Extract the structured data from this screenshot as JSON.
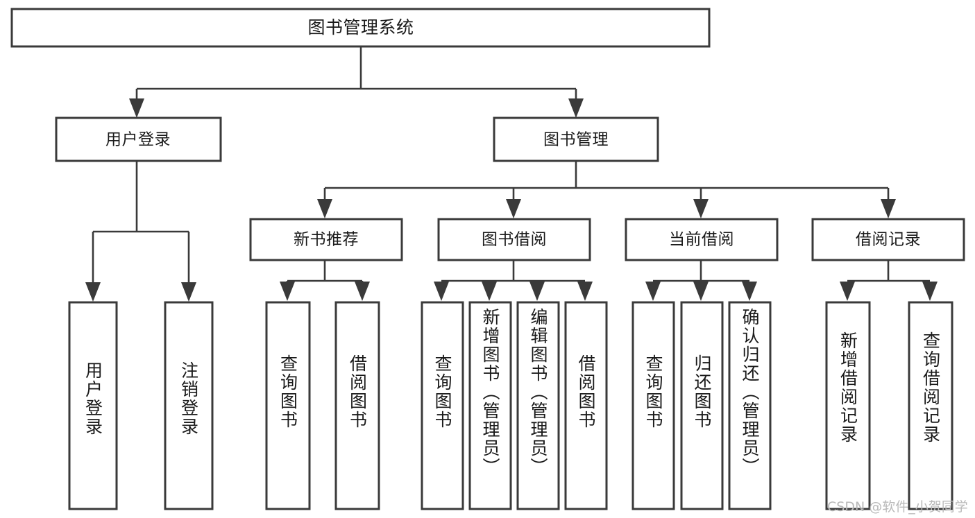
{
  "diagram": {
    "type": "tree-hierarchy",
    "title": "图书管理系统",
    "watermark": "CSDN @软件_小贺同学",
    "colors": {
      "box_stroke": "#3a3a3a",
      "box_fill": "#ffffff",
      "connector": "#3a3a3a",
      "text": "#1a1a1a",
      "watermark": "#b9b9b9",
      "background": "#ffffff"
    },
    "root": {
      "label": "图书管理系统"
    },
    "level2": [
      {
        "id": "user-login",
        "label": "用户登录"
      },
      {
        "id": "book-management",
        "label": "图书管理"
      }
    ],
    "level3": [
      {
        "id": "new-book-recommend",
        "label": "新书推荐",
        "parent": "book-management"
      },
      {
        "id": "book-borrow",
        "label": "图书借阅",
        "parent": "book-management"
      },
      {
        "id": "current-borrow",
        "label": "当前借阅",
        "parent": "book-management"
      },
      {
        "id": "borrow-record",
        "label": "借阅记录",
        "parent": "book-management"
      }
    ],
    "leaves": [
      {
        "id": "leaf-user-login",
        "label": "用户登录",
        "parent": "user-login"
      },
      {
        "id": "leaf-user-logout",
        "label": "注销登录",
        "parent": "user-login"
      },
      {
        "id": "leaf-query-book-1",
        "label": "查询图书",
        "parent": "new-book-recommend"
      },
      {
        "id": "leaf-borrow-book-1",
        "label": "借阅图书",
        "parent": "new-book-recommend"
      },
      {
        "id": "leaf-query-book-2",
        "label": "查询图书",
        "parent": "book-borrow"
      },
      {
        "id": "leaf-add-book",
        "label": "新增图书（管理员）",
        "parent": "book-borrow"
      },
      {
        "id": "leaf-edit-book",
        "label": "编辑图书（管理员）",
        "parent": "book-borrow"
      },
      {
        "id": "leaf-borrow-book-2",
        "label": "借阅图书",
        "parent": "book-borrow"
      },
      {
        "id": "leaf-query-book-3",
        "label": "查询图书",
        "parent": "current-borrow"
      },
      {
        "id": "leaf-return-book",
        "label": "归还图书",
        "parent": "current-borrow"
      },
      {
        "id": "leaf-confirm-return",
        "label": "确认归还（管理员）",
        "parent": "current-borrow"
      },
      {
        "id": "leaf-add-record",
        "label": "新增借阅记录",
        "parent": "borrow-record"
      },
      {
        "id": "leaf-query-record",
        "label": "查询借阅记录",
        "parent": "borrow-record"
      }
    ]
  }
}
